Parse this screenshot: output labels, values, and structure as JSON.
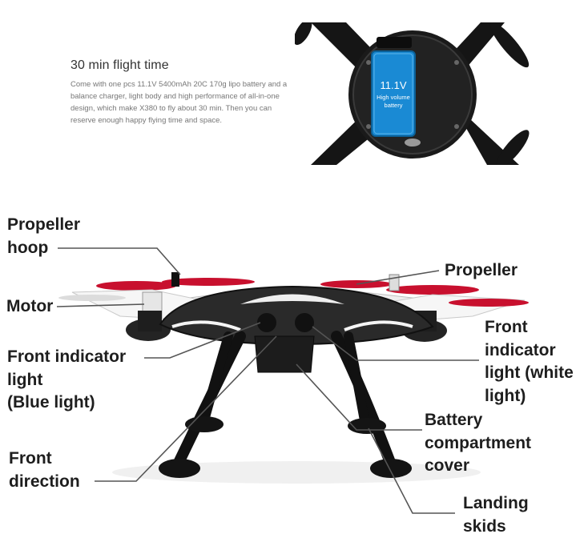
{
  "flight_time": {
    "title": "30 min flight time",
    "description": "Come with one pcs 11.1V 5400mAh 20C 170g lipo battery and a balance charger, light body and high performance of all-in-one design, which make X380 to fly about 30 min. Then you can reserve enough happy flying time and space."
  },
  "battery_photo": {
    "voltage": "11.1V",
    "caption": "High volume\nbattery",
    "battery_color": "#1a8ad4"
  },
  "diagram_labels": {
    "propeller_hoop": "Propeller\nhoop",
    "motor": "Motor",
    "front_indicator_blue": "Front indicator\nlight\n(Blue light)",
    "front_direction": "Front\ndirection",
    "propeller": "Propeller",
    "front_indicator_white": "Front\nindicator\nlight (white\nlight)",
    "battery_cover": "Battery\ncompartment\ncover",
    "landing_skids": "Landing\nskids"
  },
  "colors": {
    "propeller_red": "#c8102e",
    "body_black": "#1a1a1a",
    "body_white": "#f2f2f2",
    "leader_line": "#555555"
  }
}
